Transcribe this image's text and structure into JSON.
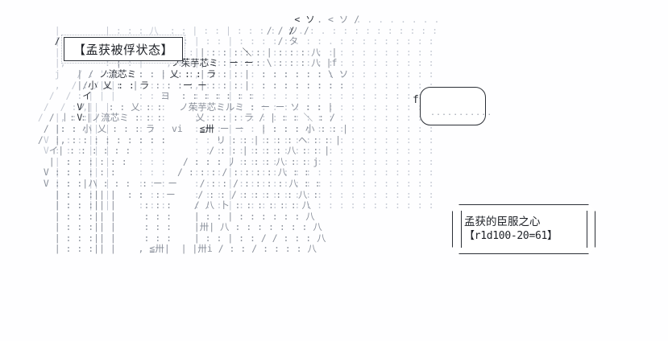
{
  "scene": {
    "kind": "ascii-art-scene",
    "background_color": "#fefeff",
    "art_color": "#9aa0ab",
    "ink_color": "#2b2f36"
  },
  "status_label": {
    "text": "【孟获被俘状态】"
  },
  "empty_bubble": {
    "dots": "...........",
    "tail": "f"
  },
  "dice_bubble": {
    "title": "孟获的臣服之心",
    "roll": "【r1d100-20=61】"
  },
  "ascii_art": {
    "faint": "                                                          . . . . . . . .\n    |        | : : : 八  : : | : : | : : : :  : . : . : : : : : : : : : :\n    |   /    | : : /   , : : | : : | : : : : : . : : . : : : : : : : : :\n    | /      | : : |    , : :| : : | : : : : : : : : : : : : : : : : : :\n    |,       : : : |    , : :| : : | : : : : : : : : : : : : : : : : : :\n    j   / : ' |    : : : :   , : : | : : : : : : : : : : : : : : : : : :\n    ,  / : /| |    : : :     , : : | : : : : : : : : : : : : : : : : : :\n   /  / : | | |    : : :     : : : | : : : : : : : : : : : : : : : : : :\n  /  / : ,|| |     : : :     : : : | : : : : : : : : : : : : : : : : : :\n /  |, : :|| |     : : :     : : : | : : : : : : : : : : : : : : : : : :\n    |: : :|| |     : : :     : : : | : : : : : : : : : : : : : : : : : :\n  V : : : || |     : : :     : : : | : : : : : : : : : : : : : : : : : :\n  V : : : || |     : : :     : : : | : : : : : : : : : : : : : : : : : :\n    | : : || |     : : :     : : : | : : : : : : : : : : : : : : : : : :\n    | : : || |     : : :     : : : | : : : : : : : : : : : : : : : : : :\n    | : : || |     : : :     : : : | : : : : : : : : : : : : : : : : : :\n    | : : || |     : : :     : : : | : : : : : : : : : : : : : : : : : :\n    | : : || |     : : :     : : : | : : : : : : : : : : : : : : : : : :",
    "mid": "                                                   . < ソ /\n                                          / / ソ /\n                                            / タ\n                              | : : : : : | : : : 八  |\n               |              | : : : : : \\ : : : 八 |f\n        | /  : : : : : |  : : | : : : |  : : : : : : \\ ソ\n        |/   : :  |   : : : : | : : : |  : : : : : : : :\n                       ヨ  : : : : : : :\n        ノ|   : : 乂 : :   ノ茱芋芯ミルミ : ー ー ソ : : |\n   / 丨: :|ノ流芯ミ : : :      乂 : : : ラ / | : : ＼ : /\n  / |: : 小 乂 : : : ラ   vi    ー ー ー   | : : : 小 : : |\n /  |, : : : : : : : : :         リ : : | : : : ヘ : : |\n   イ| : : : : : :              / : : | : : : 八 : : |\n   |  : : : : : :          / : : : 丿 : : : 八 : : j\n  V : : : : : :           / : : : / : : : : 八 : :\n  V : : :|ハ : : :  : ー ー    / : : / : : : : 八 : :\n    | : : :|| |  : :  : ー    / : : / : : : : : 八 :\n    | : : :|| |     : : :    / 八 卜 : : : : : : 八\n    | : : :|| |     : : :    | : : | : : : : : : 八\n    | : : :|| |     : : :    |卅| 八 : : : : : : : 八\n    | : : :|| |     : : :    | : : | : : / / : : : 八\n    | : : :|| |    , ≦卅|  | |卅i / : : / : : : : 八",
    "strong": "                                               < ソ\n                                              /\n    /\n                    ＼                ＼\n                         ノ茱芋芯ミ  ー ー\n            ノ流芯ミ      乂 : : ラ\n          小 乂 : : ラ      ー ー\n         イ\n        V\n        V\n                              ≦卅"
  }
}
